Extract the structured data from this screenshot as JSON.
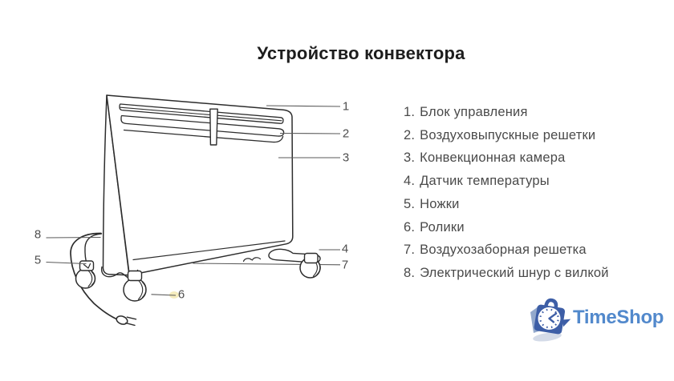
{
  "title": "Устройство конвектора",
  "legend": {
    "items": [
      {
        "marker": "1.",
        "label": "Блок управления"
      },
      {
        "marker": "2.",
        "label": "Воздуховыпускные решетки"
      },
      {
        "marker": "3.",
        "label": "Конвекционная камера"
      },
      {
        "marker": "4.",
        "label": "Датчик температуры"
      },
      {
        "marker": "5.",
        "label": "Ножки"
      },
      {
        "marker": "6.",
        "label": "Ролики"
      },
      {
        "marker": "7.",
        "label": "Воздухозаборная решетка"
      },
      {
        "marker": "8.",
        "label": "Электрический шнур с вилкой"
      }
    ]
  },
  "diagram": {
    "subject": "convector-heater-line-drawing",
    "callouts": [
      {
        "number": "1"
      },
      {
        "number": "2"
      },
      {
        "number": "3"
      },
      {
        "number": "4"
      },
      {
        "number": "5"
      },
      {
        "number": "6"
      },
      {
        "number": "7"
      },
      {
        "number": "8"
      }
    ]
  },
  "logo": {
    "text": "TimeShop",
    "icon": "shopping-bag-clock-icon",
    "colors": {
      "text": "#5289cc",
      "bag": "#3d5ea6",
      "bag_back": "#93a9cc",
      "shadow": "#c9d2e2"
    }
  },
  "colors": {
    "background": "#ffffff",
    "drawing_line": "#2d2d2d",
    "callout_line": "#5a5a5a",
    "legend_text": "#4a4a4a",
    "title_text": "#1d1d1d",
    "callout_highlight": "#f1e6a8"
  }
}
